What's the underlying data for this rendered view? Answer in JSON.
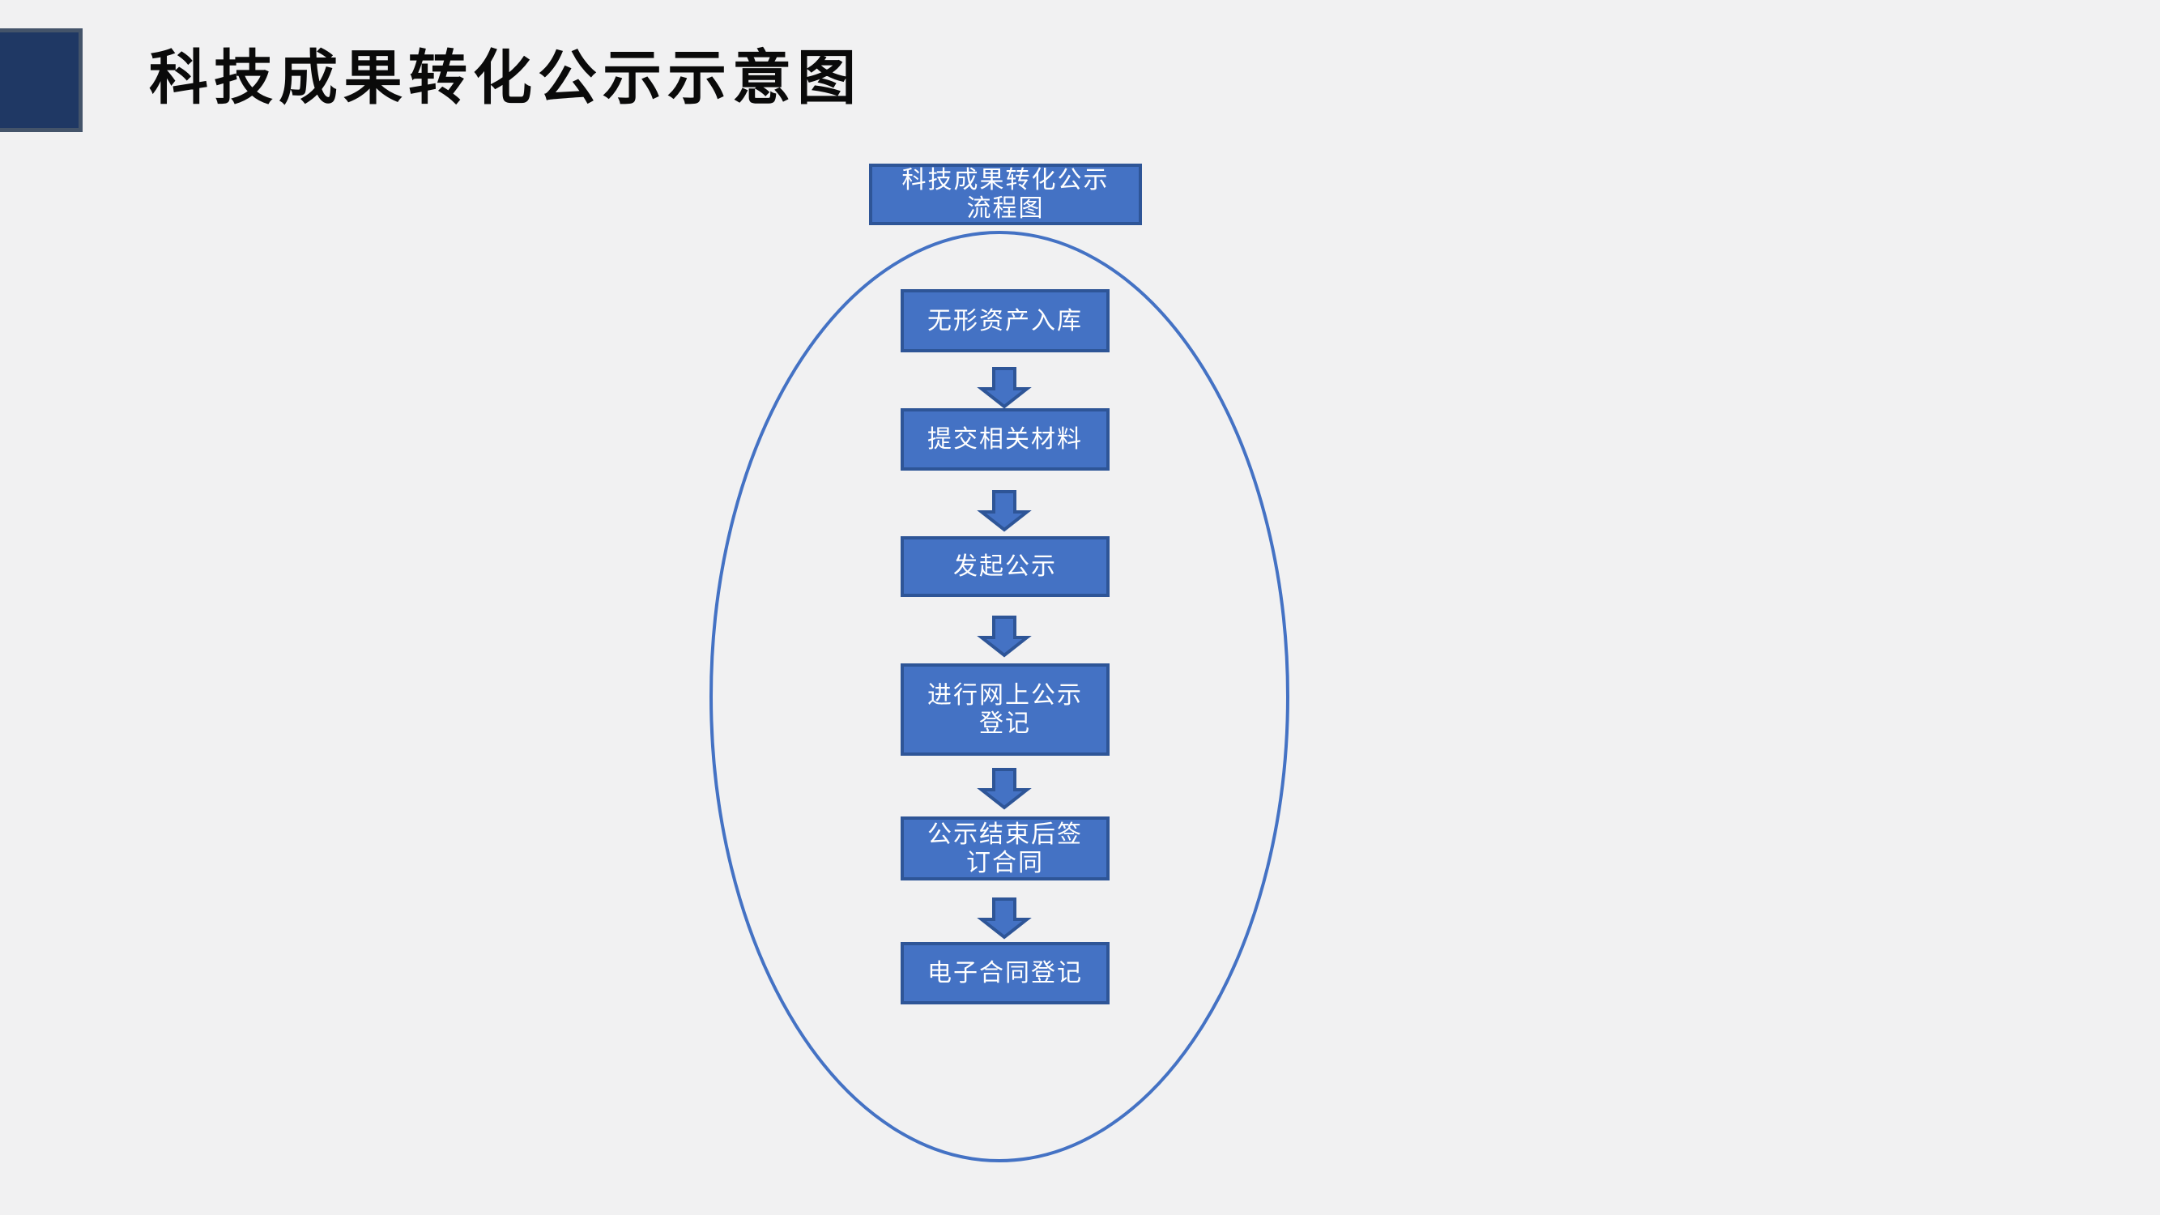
{
  "slide": {
    "title": "科技成果转化公示示意图"
  },
  "flowchart": {
    "header": "科技成果转化公示\n流程图",
    "steps": [
      {
        "label": "无形资产入库"
      },
      {
        "label": "提交相关材料"
      },
      {
        "label": "发起公示"
      },
      {
        "label": "进行网上公示\n登记"
      },
      {
        "label": "公示结束后签\n订合同"
      },
      {
        "label": "电子合同登记"
      }
    ]
  },
  "colors": {
    "background": "#f1f1f2",
    "box_fill": "#4472c4",
    "box_border": "#2e5597",
    "box_text": "#ffffff",
    "ellipse_stroke": "#4472c4",
    "accent_square_fill": "#1f3864",
    "accent_square_border": "#44546a",
    "title_text": "#0a0a0a"
  }
}
